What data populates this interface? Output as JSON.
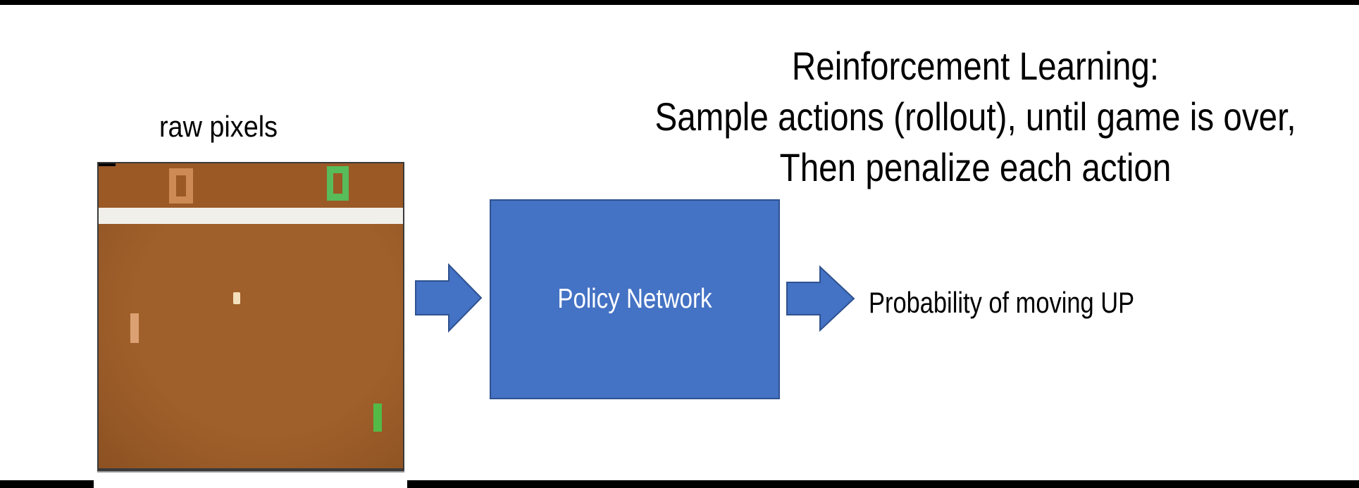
{
  "slide": {
    "title_lines": [
      "Reinforcement Learning:",
      "Sample actions (rollout), until game is over,",
      "Then penalize each action"
    ],
    "raw_pixels_label": "raw pixels",
    "policy_box_label": "Policy Network",
    "output_label": "Probability of moving UP"
  },
  "game_screen": {
    "description": "Atari Pong raw-pixels frame",
    "left_score": "0",
    "right_score": "0"
  },
  "colors": {
    "accent_blue": "#4472C4",
    "accent_blue_border": "#2F528F",
    "bar_black": "#000000",
    "game_border": "#3A3A3A",
    "game_top_band": "#9B5926",
    "game_field": "#A0602B",
    "game_field_edge": "#8C5122",
    "game_white_band": "#F1EFEA",
    "left_score_color": "#CE8A54",
    "right_score_color": "#57BC59",
    "left_paddle_color": "#DCA173",
    "right_paddle_color": "#53BA47",
    "ball_color": "#F3E0BD",
    "title_text": "#000000",
    "policy_text": "#FFFFFF"
  }
}
